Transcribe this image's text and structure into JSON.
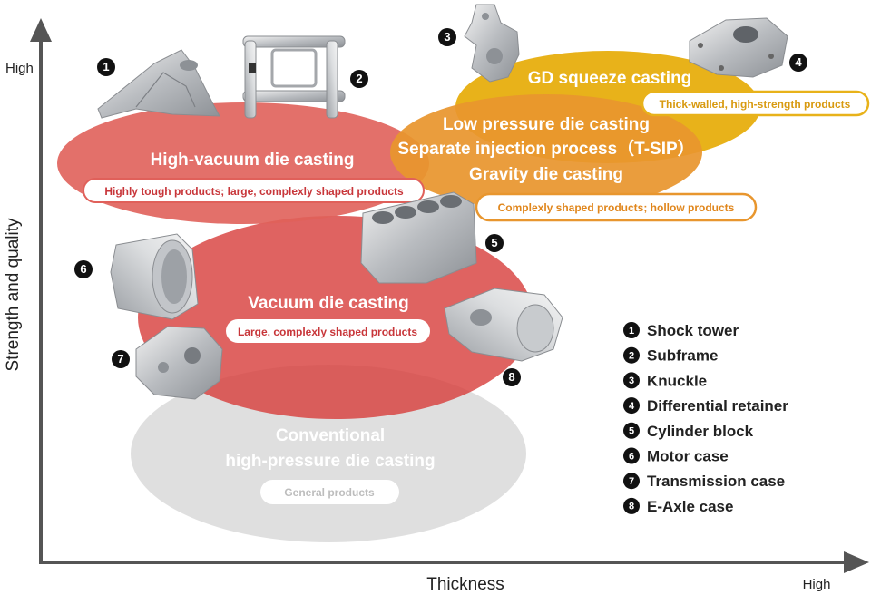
{
  "axes": {
    "y_label": "Strength and quality",
    "y_high": "High",
    "x_label": "Thickness",
    "x_high": "High"
  },
  "processes": [
    {
      "name": "High-vacuum die casting",
      "note": "Highly tough products; large, complexly shaped products",
      "color": "#e0605a"
    },
    {
      "name": "Vacuum die casting",
      "note": "Large, complexly shaped products",
      "color": "#d9403c"
    },
    {
      "name_lines": [
        "Conventional",
        "high-pressure die casting"
      ],
      "note": "General products",
      "color": "#d9d9d9"
    },
    {
      "name": "GD squeeze casting",
      "note": "Thick-walled, high-strength products",
      "color": "#e8b21a"
    },
    {
      "name_lines": [
        "Low pressure die casting",
        "Separate injection process（T-SIP）",
        "Gravity die casting"
      ],
      "note": "Complexly shaped products; hollow products",
      "color": "#e8962e"
    }
  ],
  "parts": [
    {
      "num": "1",
      "name": "Shock tower"
    },
    {
      "num": "2",
      "name": "Subframe"
    },
    {
      "num": "3",
      "name": "Knuckle"
    },
    {
      "num": "4",
      "name": "Differential retainer"
    },
    {
      "num": "5",
      "name": "Cylinder block"
    },
    {
      "num": "6",
      "name": "Motor case"
    },
    {
      "num": "7",
      "name": "Transmission case"
    },
    {
      "num": "8",
      "name": "E-Axle case"
    }
  ]
}
